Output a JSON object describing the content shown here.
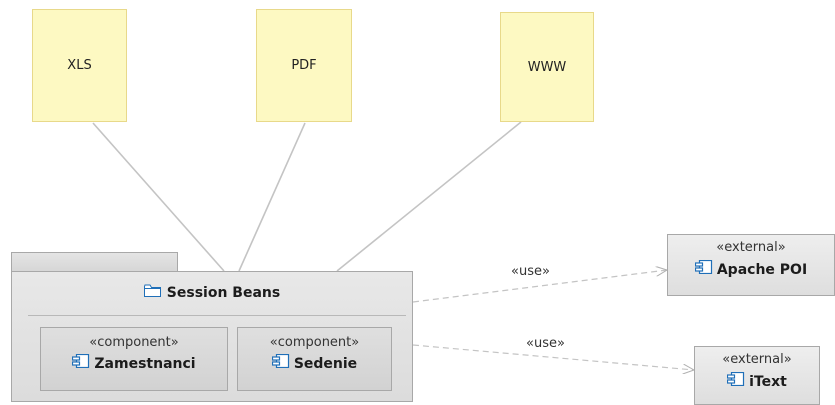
{
  "notes": {
    "xls": "XLS",
    "pdf": "PDF",
    "www": "WWW"
  },
  "package": {
    "name": "Session Beans",
    "icon": "folder-icon",
    "components": [
      {
        "stereotype": "«component»",
        "name": "Zamestnanci",
        "icon": "component-icon"
      },
      {
        "stereotype": "«component»",
        "name": "Sedenie",
        "icon": "component-icon"
      }
    ]
  },
  "externals": [
    {
      "stereotype": "«external»",
      "name": "Apache POI",
      "icon": "component-icon"
    },
    {
      "stereotype": "«external»",
      "name": "iText",
      "icon": "component-icon"
    }
  ],
  "dependencies": [
    {
      "label": "«use»",
      "target": "Apache POI"
    },
    {
      "label": "«use»",
      "target": "iText"
    }
  ],
  "colors": {
    "note_fill": "#fdf9c2",
    "note_border": "#e8d98a",
    "icon_blue": "#1f6fb8",
    "line": "#c4c4c4"
  }
}
